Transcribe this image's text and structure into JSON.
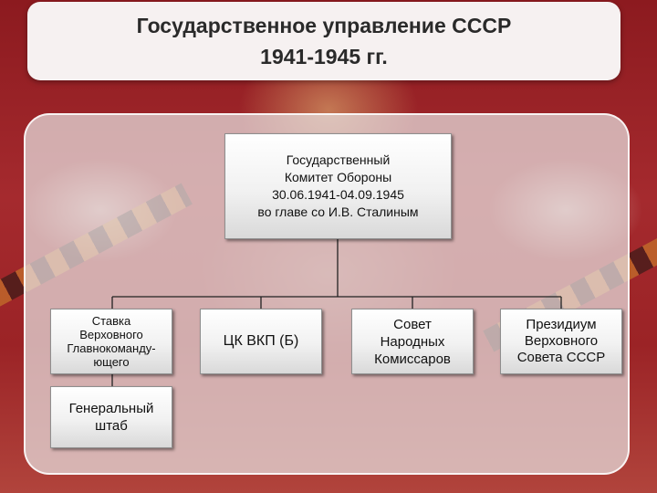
{
  "title": {
    "line1": "Государственное управление СССР",
    "line2": "1941-1945 гг."
  },
  "diagram": {
    "root": {
      "lines": [
        "Государственный",
        "Комитет Обороны",
        "30.06.1941-04.09.1945",
        "во главе со И.В. Сталиным"
      ]
    },
    "children": [
      {
        "id": "stavka",
        "lines": [
          "Ставка",
          "Верховного",
          "Главнокоманду-",
          "ющего"
        ]
      },
      {
        "id": "ck",
        "lines": [
          "ЦК ВКП (Б)"
        ]
      },
      {
        "id": "sovnarkom",
        "lines": [
          "Совет",
          "Народных",
          "Комиссаров"
        ]
      },
      {
        "id": "presidium",
        "lines": [
          "Президиум",
          "Верховного",
          "Совета СССР"
        ]
      }
    ],
    "sub": {
      "id": "genshtab",
      "lines": [
        "Генеральный",
        "штаб"
      ]
    }
  }
}
